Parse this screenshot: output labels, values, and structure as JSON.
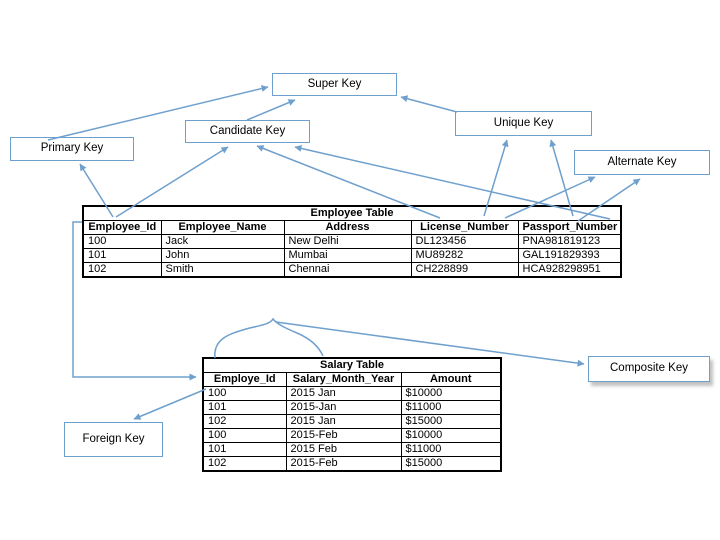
{
  "canvas": {
    "background": "#ffffff",
    "line_color": "#6FA0CD",
    "table_border_color": "#000000"
  },
  "key_boxes": {
    "super": {
      "label": "Super Key"
    },
    "candidate": {
      "label": "Candidate Key"
    },
    "primary": {
      "label": "Primary Key"
    },
    "unique": {
      "label": "Unique Key"
    },
    "alternate": {
      "label": "Alternate Key"
    },
    "foreign": {
      "label": "Foreign Key"
    },
    "composite": {
      "label": "Composite Key"
    }
  },
  "employee_table": {
    "title": "Employee Table",
    "headers": [
      "Employee_Id",
      "Employee_Name",
      "Address",
      "License_Number",
      "Passport_Number"
    ],
    "rows": [
      [
        "100",
        "Jack",
        "New Delhi",
        "DL123456",
        "PNA981819123"
      ],
      [
        "101",
        "John",
        "Mumbai",
        "MU89282",
        "GAL191829393"
      ],
      [
        "102",
        "Smith",
        "Chennai",
        "CH228899",
        "HCA928298951"
      ]
    ]
  },
  "salary_table": {
    "title": "Salary Table",
    "headers": [
      "Employe_Id",
      "Salary_Month_Year",
      "Amount"
    ],
    "rows": [
      [
        "100",
        "2015 Jan",
        "$10000"
      ],
      [
        "101",
        "2015-Jan",
        "$11000"
      ],
      [
        "102",
        "2015 Jan",
        "$15000"
      ],
      [
        "100",
        "2015-Feb",
        "$10000"
      ],
      [
        "101",
        "2015 Feb",
        "$11000"
      ],
      [
        "102",
        "2015-Feb",
        "$15000"
      ]
    ]
  }
}
